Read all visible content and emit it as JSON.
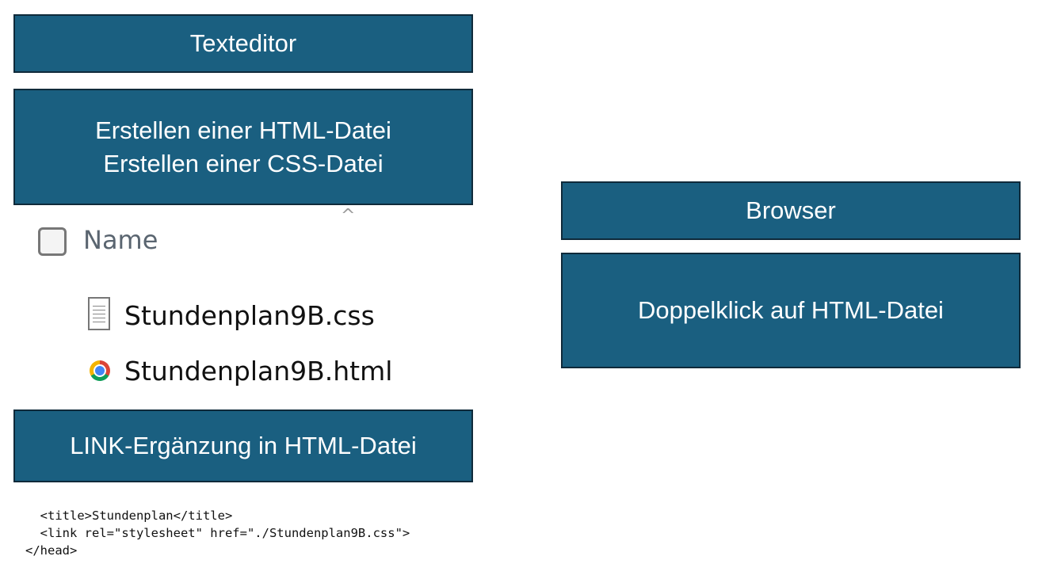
{
  "steps": {
    "texteditor": "Texteditor",
    "create_html": "Erstellen einer HTML-Datei",
    "create_css": "Erstellen einer CSS-Datei",
    "link": "LINK-Ergänzung in HTML-Datei",
    "browser": "Browser",
    "doubleclick": "Doppelklick auf HTML-Datei"
  },
  "explorer": {
    "column_header": "Name",
    "files": [
      {
        "name": "Stundenplan9B.css",
        "icon": "text-file-icon"
      },
      {
        "name": "Stundenplan9B.html",
        "icon": "chrome-icon"
      }
    ]
  },
  "code": {
    "lines": [
      "  <title>Stundenplan</title>",
      "  <link rel=\"stylesheet\" href=\"./Stundenplan9B.css\">",
      "</head>"
    ]
  },
  "colors": {
    "box_fill": "#1a5f80",
    "box_border": "#0f2a3a"
  }
}
